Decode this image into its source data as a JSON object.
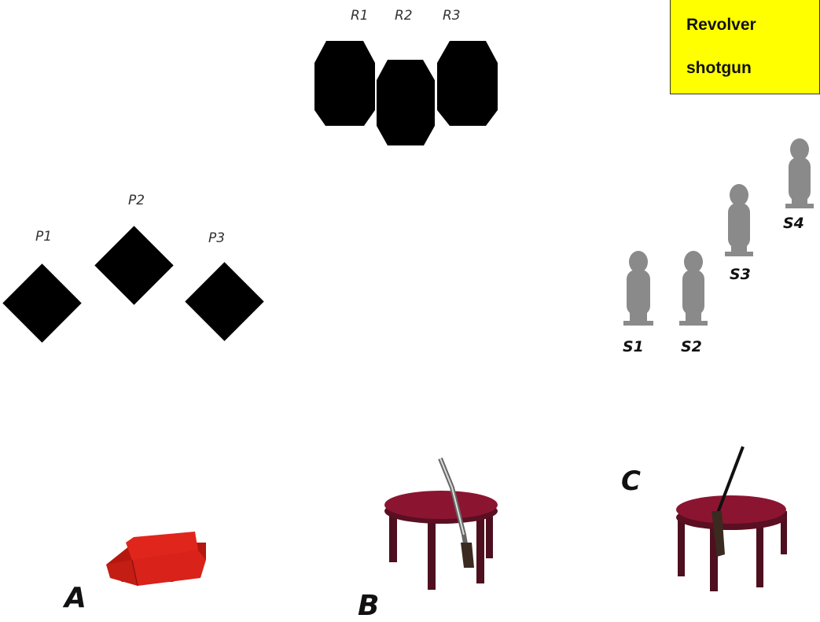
{
  "legend": {
    "line1": "Revolver",
    "line2": "shotgun"
  },
  "targets": {
    "revolver": [
      "R1",
      "R2",
      "R3"
    ],
    "pistol": [
      "P1",
      "P2",
      "P3"
    ],
    "shotgun": [
      "S1",
      "S2",
      "S3",
      "S4"
    ]
  },
  "positions": [
    "A",
    "B",
    "C"
  ],
  "colors": {
    "legend_bg": "#ffff00",
    "target": "#000000",
    "silhouette": "#8a8a8a",
    "barricade": "#e0261c",
    "table": "#8b1530"
  }
}
